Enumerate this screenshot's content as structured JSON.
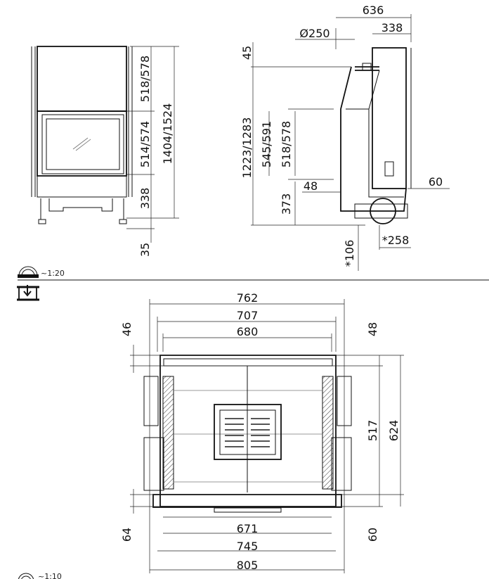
{
  "front_view": {
    "dims": {
      "upper_height": "518/578",
      "total_height": "1404/1524",
      "glass_height": "514/574",
      "base_height": "338",
      "foot": "35"
    }
  },
  "side_view": {
    "dims": {
      "depth": "636",
      "flue_offset": "338",
      "flue_diameter": "Ø250",
      "top_gap": "45",
      "flue_height": "1223/1283",
      "opening_outer": "545/591",
      "opening_inner": "518/578",
      "front_depth": "48",
      "rear_offset": "60",
      "base": "373",
      "air_inlet_height": "*106",
      "air_inlet_offset": "*258"
    }
  },
  "scale_top": {
    "icon": "elevation-scale-icon",
    "label": "~1:20"
  },
  "plan_icon": "plan-view-icon",
  "plan_view": {
    "dims": {
      "w1": "762",
      "w2": "707",
      "w3": "680",
      "left_top": "46",
      "right_top": "48",
      "inner_depth": "517",
      "outer_depth": "624",
      "b1": "671",
      "b2": "745",
      "b3": "805",
      "left_bottom": "64",
      "right_bottom": "60"
    }
  },
  "scale_bottom": {
    "icon": "detail-scale-icon",
    "label": "~1:10"
  }
}
